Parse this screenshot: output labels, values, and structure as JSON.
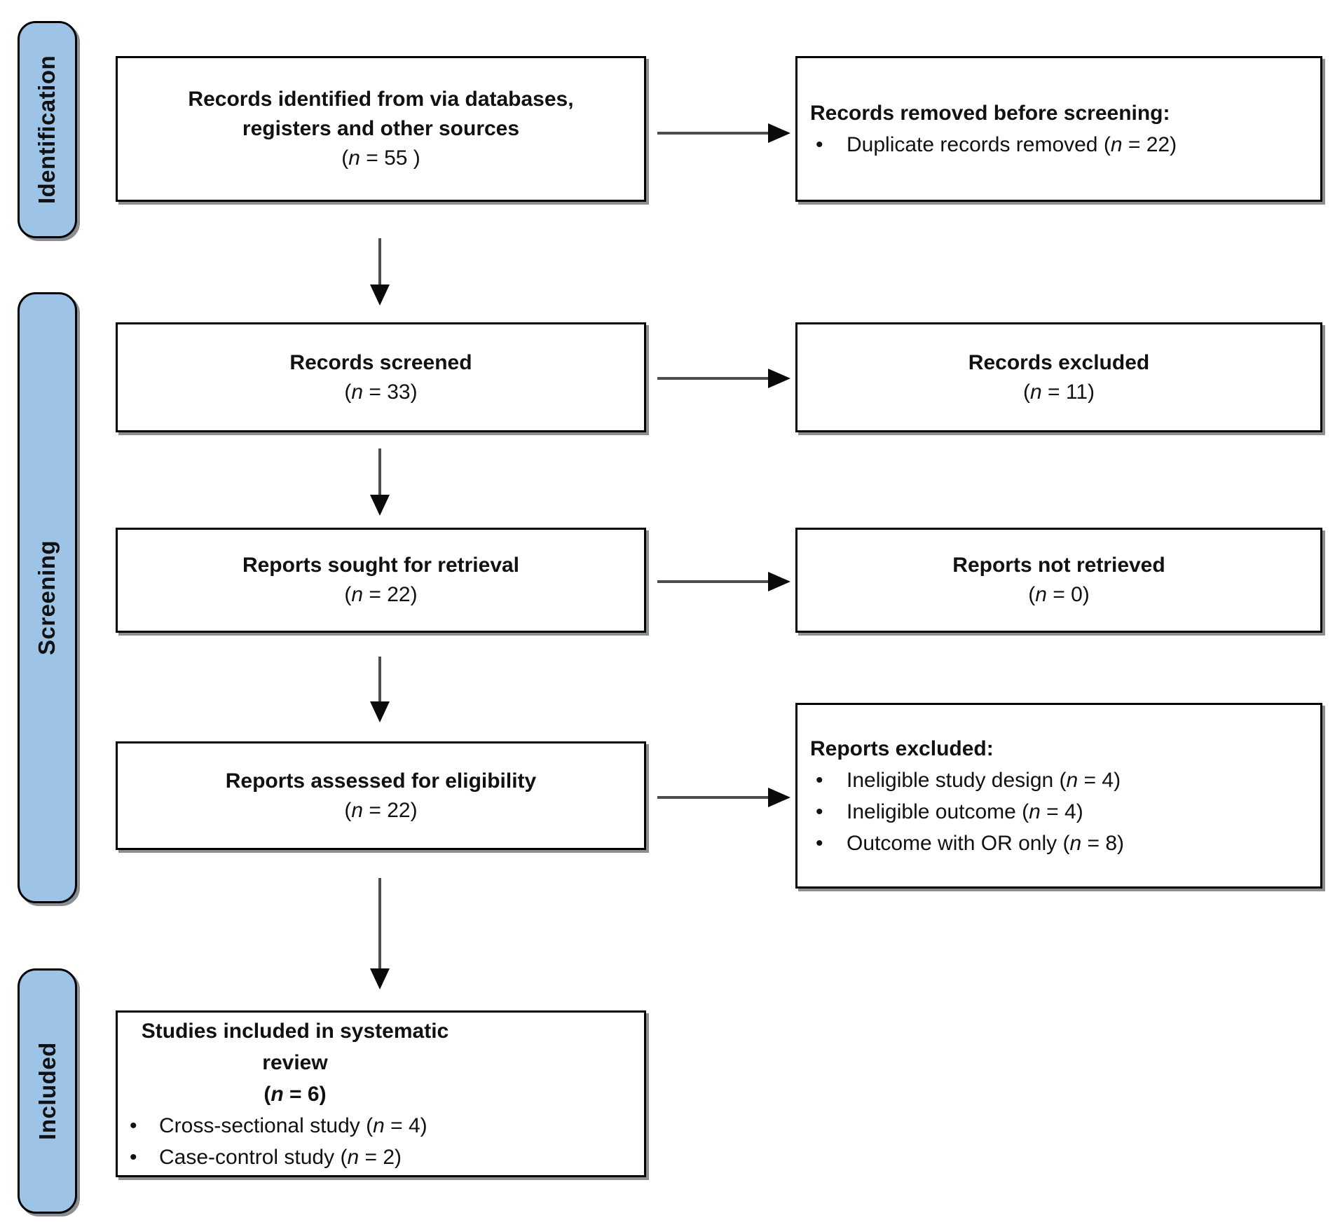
{
  "colors": {
    "stage_bar_fill": "#9dc3e6",
    "box_border": "#000000",
    "arrow_shaft": "#4d4d4d",
    "arrow_head": "#0a0a0a"
  },
  "sidebar": {
    "stages": [
      {
        "label": "Identification"
      },
      {
        "label": "Screening"
      },
      {
        "label": "Included"
      }
    ]
  },
  "boxes": {
    "identified": {
      "title": "Records identified from via databases,\nregisters and other sources",
      "count": "(n = 55 )"
    },
    "removed_before_screening": {
      "heading": "Records removed before screening:",
      "bullets": [
        "Duplicate records removed (n = 22)"
      ]
    },
    "screened": {
      "title": "Records screened",
      "count": "(n = 33)"
    },
    "records_excluded": {
      "title": "Records excluded",
      "count": "(n = 11)"
    },
    "sought": {
      "title": "Reports sought for retrieval",
      "count": "(n = 22)"
    },
    "not_retrieved": {
      "title": "Reports not retrieved",
      "count": "(n = 0)"
    },
    "assessed": {
      "title": "Reports assessed for eligibility",
      "count": "(n = 22)"
    },
    "reports_excluded": {
      "heading": "Reports excluded:",
      "bullets": [
        "Ineligible study design (n = 4)",
        "Ineligible outcome (n = 4)",
        "Outcome with OR only (n = 8)"
      ]
    },
    "included_studies": {
      "title": "Studies included in systematic review",
      "count": "(n = 6)",
      "bullets": [
        "Cross-sectional study (n = 4)",
        "Case-control study (n = 2)"
      ]
    }
  }
}
